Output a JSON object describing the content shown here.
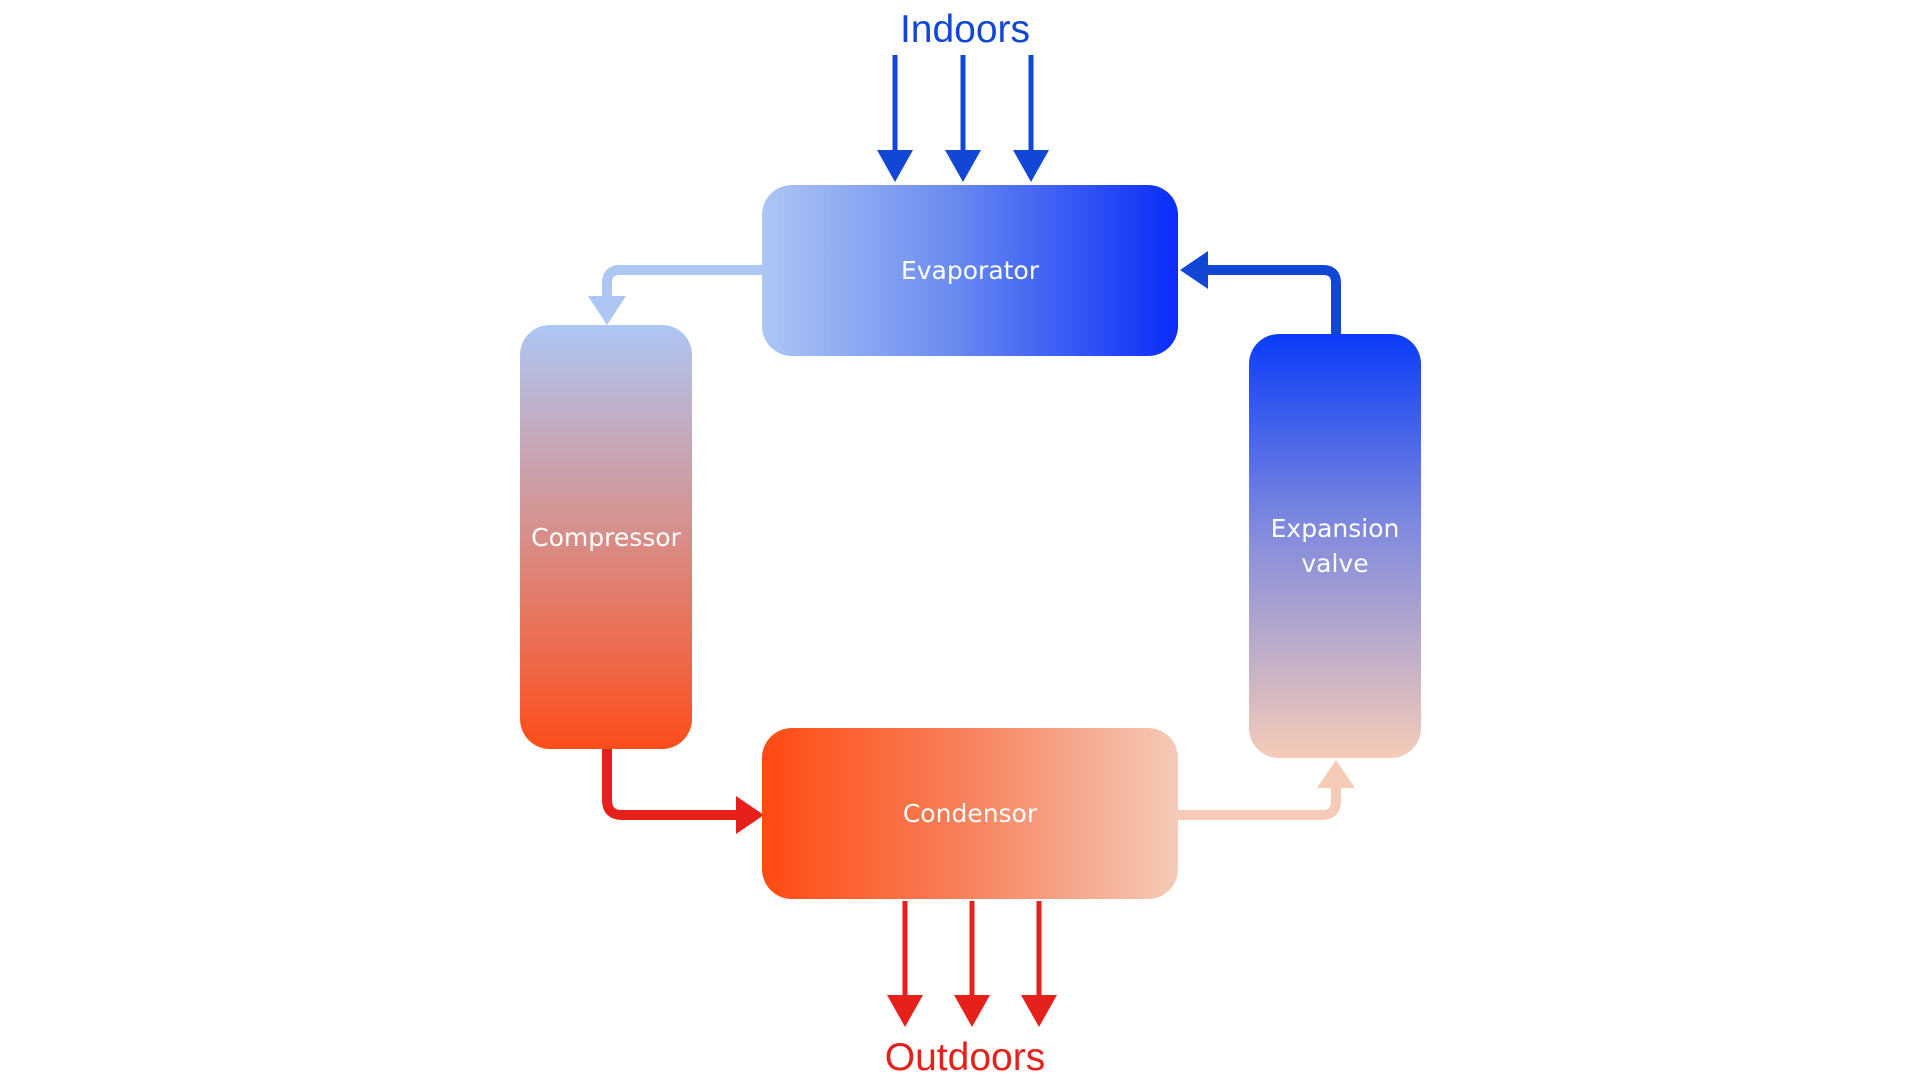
{
  "labels": {
    "indoors": "Indoors",
    "outdoors": "Outdoors"
  },
  "components": {
    "evaporator": "Evaporator",
    "condensor": "Condensor",
    "compressor": "Compressor",
    "expansion_valve": "Expansion\nvalve"
  },
  "colors": {
    "indoor_blue": "#1247d6",
    "outdoor_red": "#e6211c",
    "light_blue": "#adc6f4",
    "deep_blue": "#0a2cf8",
    "peach": "#f5cbb8",
    "orange_red": "#ff4a12"
  }
}
